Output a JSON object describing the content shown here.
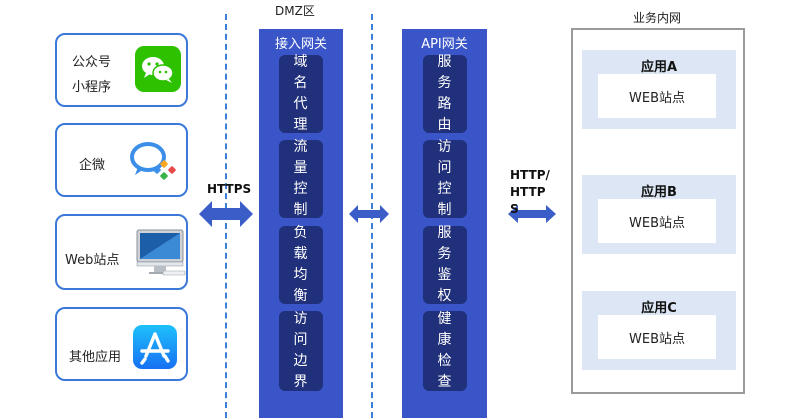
{
  "clients": [
    {
      "label_lines": [
        "公众号",
        "小程序"
      ],
      "icon": "wechat-icon"
    },
    {
      "label_lines": [
        "企微"
      ],
      "icon": "wecom-icon"
    },
    {
      "label_lines": [
        "Web站点"
      ],
      "icon": "imac-icon"
    },
    {
      "label_lines": [
        "其他应用"
      ],
      "icon": "app-store-icon"
    }
  ],
  "dmz": {
    "title": "DMZ区",
    "gateway": {
      "title": "接入网关",
      "boxes": [
        "域名代理",
        "流量控制",
        "负载均衡",
        "访问边界"
      ]
    }
  },
  "api_gateway": {
    "title": "API网关",
    "boxes": [
      "服务路由",
      "访问控制",
      "服务鉴权",
      "健康检查"
    ]
  },
  "protocols": {
    "left": "HTTPS",
    "right_lines": [
      "HTTP/",
      "HTTP",
      "S"
    ]
  },
  "internal": {
    "title": "业务内网",
    "apps": [
      {
        "title": "应用A",
        "site": "WEB站点"
      },
      {
        "title": "应用B",
        "site": "WEB站点"
      },
      {
        "title": "应用C",
        "site": "WEB站点"
      }
    ]
  },
  "colors": {
    "column": "#3a55c8",
    "box": "#20307a",
    "card_border": "#3b78d8",
    "arrow": "#3a5dc8",
    "app_bg": "#dce6f4"
  }
}
